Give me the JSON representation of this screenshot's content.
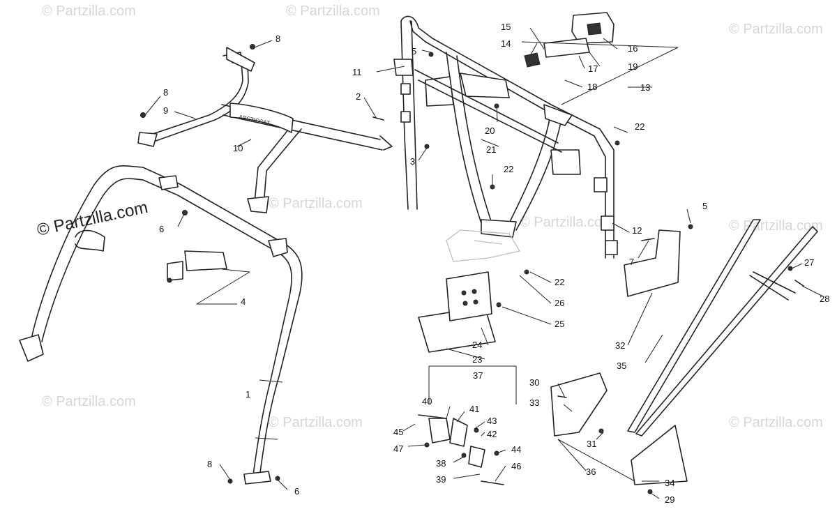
{
  "watermark": {
    "text": "© Partzilla.com",
    "primary_text": "© Partzilla.com"
  },
  "callouts": {
    "c1": "1",
    "c2": "2",
    "c3": "3",
    "c4": "4",
    "c5a": "5",
    "c5b": "5",
    "c6a": "6",
    "c6b": "6",
    "c7": "7",
    "c8a": "8",
    "c8b": "8",
    "c8c": "8",
    "c9": "9",
    "c10": "10",
    "c11": "11",
    "c12": "12",
    "c13": "13",
    "c14": "14",
    "c15": "15",
    "c16": "16",
    "c17": "17",
    "c18": "18",
    "c19": "19",
    "c20": "20",
    "c21": "21",
    "c22a": "22",
    "c22b": "22",
    "c22c": "22",
    "c23": "23",
    "c24": "24",
    "c25": "25",
    "c26": "26",
    "c27": "27",
    "c28": "28",
    "c29": "29",
    "c30": "30",
    "c31": "31",
    "c32": "32",
    "c33": "33",
    "c34": "34",
    "c35": "35",
    "c36": "36",
    "c37": "37",
    "c38": "38",
    "c39": "39",
    "c40": "40",
    "c41": "41",
    "c42": "42",
    "c43": "43",
    "c44": "44",
    "c45": "45",
    "c46": "46",
    "c47": "47"
  },
  "bar_decal_text": "ARCTICCAT"
}
